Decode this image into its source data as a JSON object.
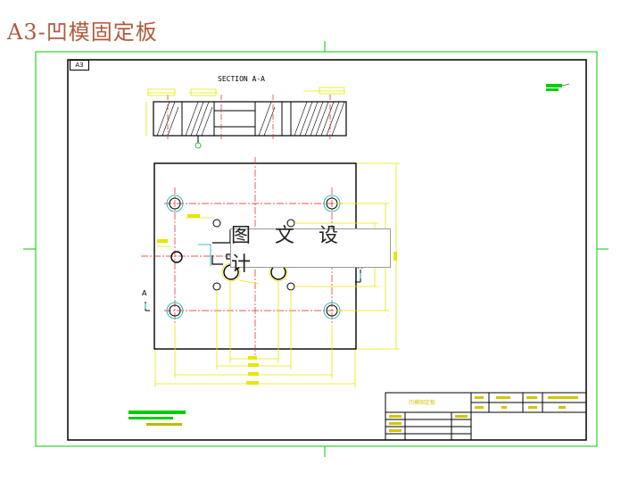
{
  "title": "A3-凹模固定板",
  "sheet_size_tag": "A3",
  "section_label": "SECTION A-A",
  "section_marker": "A",
  "watermark": "图 文 设 计",
  "title_block_name": "凹模固定板",
  "colors": {
    "border": "#00cc00",
    "outline": "#000000",
    "centerline": "#dd2020",
    "dimension": "#e6e600",
    "hidden": "#00aaaa",
    "title_text": "#b05a3c"
  }
}
